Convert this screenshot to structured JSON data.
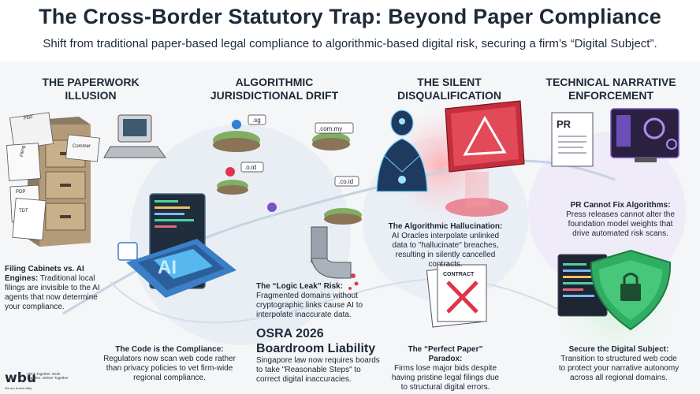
{
  "header": {
    "title": "The Cross-Border Statutory Trap: Beyond Paper Compliance",
    "subtitle": "Shift from traditional paper-based legal compliance to algorithmic-based digital risk, securing a firm’s “Digital Subject”."
  },
  "columns": [
    {
      "heading_line1": "THE PAPERWORK",
      "heading_line2": "ILLUSION",
      "caption1_bold": "Filing Cabinets vs. AI Engines:",
      "caption1_text": " Traditional local filings are invisible to the AI agents that now determine your compliance.",
      "caption2_bold": "The Code is the Compliance:",
      "caption2_text": "Regulators now scan web code rather than privacy policies to vet firm-wide regional compliance."
    },
    {
      "heading_line1": "ALGORITHMIC",
      "heading_line2": "JURISDICTIONAL DRIFT",
      "caption1_bold": "The “Logic Leak” Risk:",
      "caption1_text": "Fragmented domains without cryptographic links cause AI to interpolate inaccurate data.",
      "caption2_title_line1": "OSRA 2026",
      "caption2_title_line2": "Boardroom Liability",
      "caption2_text": "Singapore law now requires boards to take \"Reasonable Steps\" to correct digital inaccuracies."
    },
    {
      "heading_line1": "THE SILENT",
      "heading_line2": "DISQUALIFICATION",
      "caption1_bold": "The Algorithmic Hallucination:",
      "caption1_text": "AI Oracles interpolate unlinked data to \"hallucinate\" breaches, resulting in silently cancelled contracts.",
      "caption2_bold": "The “Perfect Paper” Paradox:",
      "caption2_text": "Firms lose major bids despite having pristine legal filings due to structural digital errors."
    },
    {
      "heading_line1": "TECHNICAL NARRATIVE",
      "heading_line2": "ENFORCEMENT",
      "caption1_bold": "PR Cannot Fix Algorithms:",
      "caption1_text": "Press releases cannot alter the foundation model weights that drive automated risk scans.",
      "caption2_bold": "Secure the Digital Subject:",
      "caption2_text": "Transition to structured web code to protect your narrative autonomy across all regional domains."
    }
  ],
  "illustration_labels": {
    "folder_pdf": "PDF",
    "folder_filing": "Filing",
    "folder_commerc": "Commer",
    "folder_pdp": "PDP",
    "folder_tdt": "TDT",
    "chip_text": "AI",
    "domain_sg": ".sg",
    "domain_commy": ".com.my",
    "domain_oid": ".o.id",
    "domain_coid": ".co.id",
    "doc_pr": "PR",
    "contract_label": "CONTRACT"
  },
  "logo": {
    "mark": "wbu",
    "tagline": "Think Together. Work Together. Deliver Together",
    "foot": "We are brand utility"
  },
  "colors": {
    "title": "#1e2a38",
    "accent_blue": "#2f80d0",
    "accent_red": "#e0344a",
    "accent_green": "#2fae62",
    "accent_purple": "#7a52c8"
  }
}
